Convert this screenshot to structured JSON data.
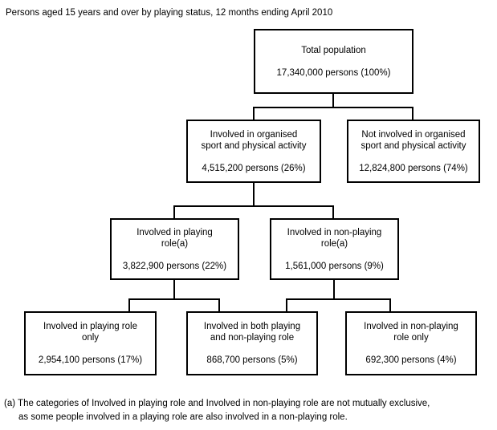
{
  "title": "Persons aged 15 years and over by playing status, 12 months ending April 2010",
  "diagram": {
    "type": "flowchart",
    "nodes": [
      {
        "id": "total",
        "label": "Total population",
        "value": "17,340,000 persons (100%)",
        "level": 1
      },
      {
        "id": "involved",
        "label": "Involved in organised\nsport and physical activity",
        "value": "4,515,200 persons (26%)",
        "level": 2
      },
      {
        "id": "not_involved",
        "label": "Not involved in organised\nsport and physical activity",
        "value": "12,824,800 persons (74%)",
        "level": 2
      },
      {
        "id": "playing",
        "label": "Involved in playing\nrole(a)",
        "value": "3,822,900 persons (22%)",
        "level": 3
      },
      {
        "id": "nonplaying",
        "label": "Involved in non-playing\nrole(a)",
        "value": "1,561,000 persons (9%)",
        "level": 3
      },
      {
        "id": "playing_only",
        "label": "Involved in playing role\nonly",
        "value": "2,954,100 persons (17%)",
        "level": 4
      },
      {
        "id": "both",
        "label": "Involved in both playing\nand non-playing role",
        "value": "868,700 persons (5%)",
        "level": 4
      },
      {
        "id": "nonplaying_only",
        "label": "Involved in non-playing\nrole only",
        "value": "692,300 persons (4%)",
        "level": 4
      }
    ],
    "edges": [
      {
        "from": "total",
        "to": "involved"
      },
      {
        "from": "total",
        "to": "not_involved"
      },
      {
        "from": "involved",
        "to": "playing"
      },
      {
        "from": "involved",
        "to": "nonplaying"
      },
      {
        "from": "playing",
        "to": "playing_only"
      },
      {
        "from": "playing",
        "to": "both"
      },
      {
        "from": "nonplaying",
        "to": "both"
      },
      {
        "from": "nonplaying",
        "to": "nonplaying_only"
      }
    ]
  },
  "footnote": {
    "line1": "(a) The categories of Involved in playing role and Involved in non-playing role are not mutually exclusive,",
    "line2": "as some people involved in a playing role are also involved in a non-playing role."
  },
  "colors": {
    "background": "#ffffff",
    "text": "#000000",
    "box_border": "#000000",
    "connector": "#000000"
  }
}
